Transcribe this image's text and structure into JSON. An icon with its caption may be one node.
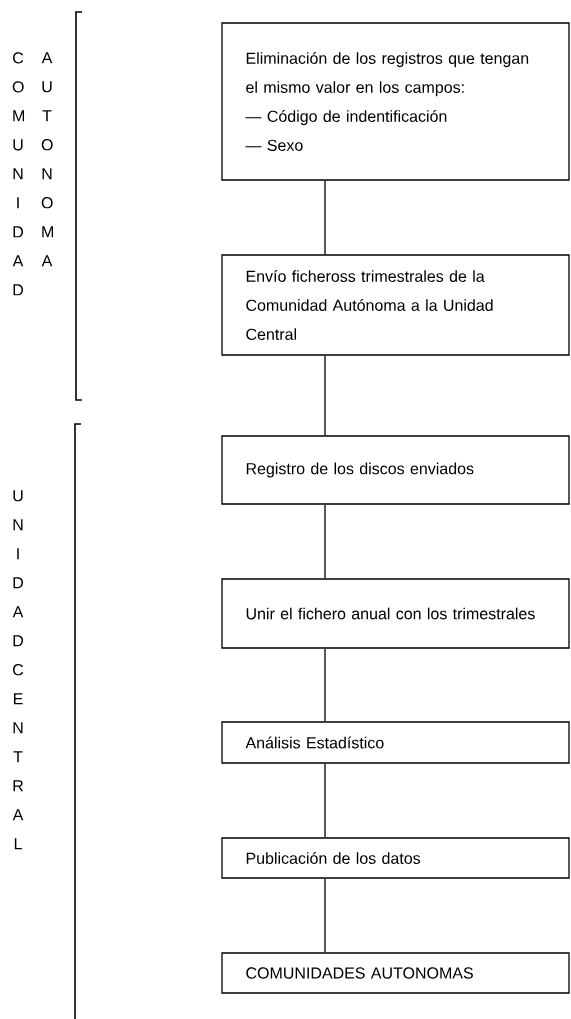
{
  "diagram": {
    "nodes": [
      {
        "text": [
          "Eliminación de los registros que tengan el mismo valor en los campos:",
          "— Código de indentificación",
          "— Sexo"
        ]
      },
      {
        "text": [
          "Envío ficheross trimestrales de la Comunidad Autónoma a la Unidad Central"
        ]
      },
      {
        "text": [
          "Registro de los discos enviados"
        ]
      },
      {
        "text": [
          "Unir el fichero anual con los trimestrales"
        ]
      },
      {
        "text": [
          "Análisis Estadístico"
        ]
      },
      {
        "text": [
          "Publicación de los datos"
        ]
      },
      {
        "text": [
          "COMUNIDADES AUTONOMAS"
        ]
      }
    ],
    "edges": [
      {
        "from": 0,
        "to": 1,
        "arrow": "none"
      },
      {
        "from": 1,
        "to": 2,
        "arrow": "none"
      },
      {
        "from": 2,
        "to": 3,
        "arrow": "none"
      },
      {
        "from": 3,
        "to": 4,
        "arrow": "none"
      },
      {
        "from": 4,
        "to": 5,
        "arrow": "none"
      },
      {
        "from": 5,
        "to": 6,
        "arrow": "none"
      }
    ],
    "labels": [
      "COMUNIDAD",
      "AUTONOMA",
      "UNIDAD CENTRAL"
    ]
  }
}
